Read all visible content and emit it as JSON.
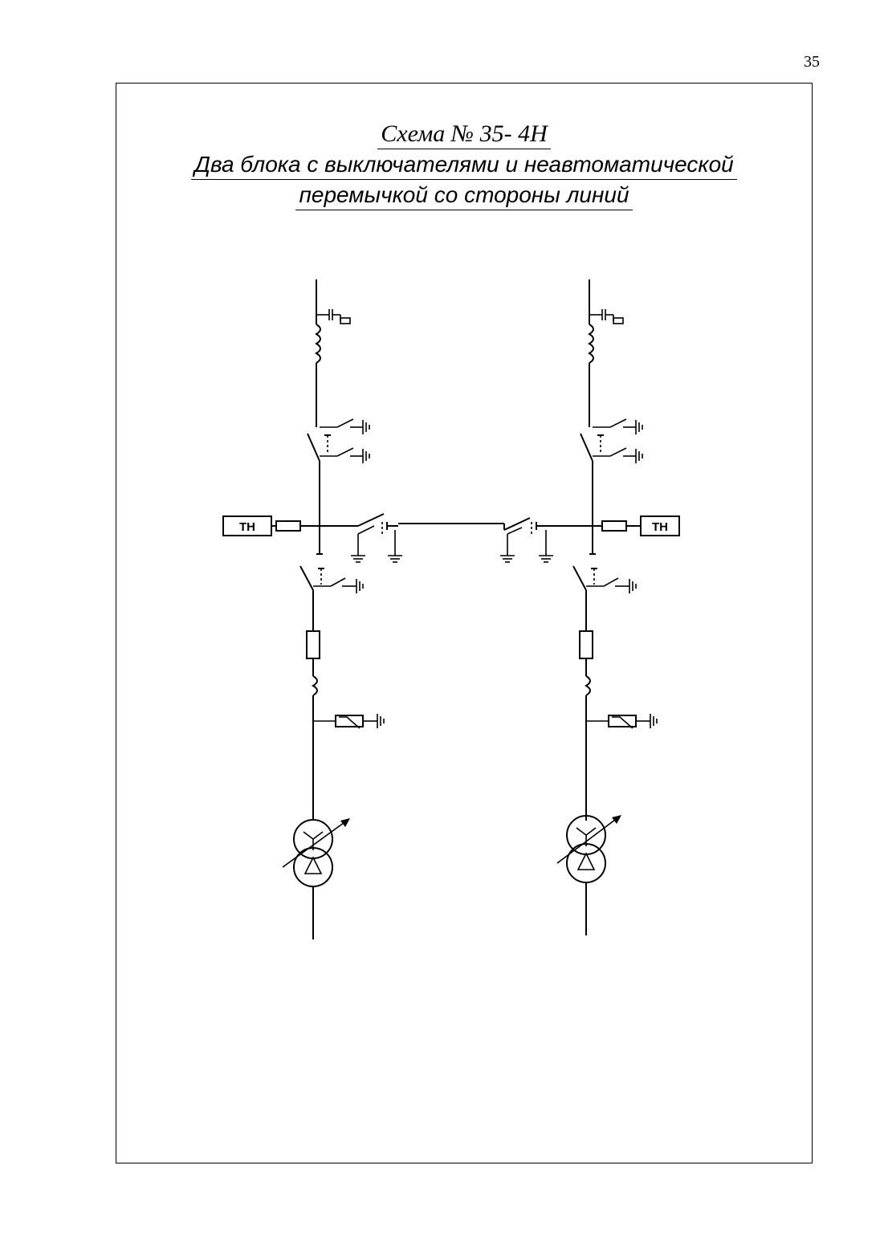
{
  "page": {
    "number": "35"
  },
  "header": {
    "scheme_title": "Схема  № 35- 4Н",
    "subtitle_line1": "Два блока с выключателями и неавтоматической",
    "subtitle_line2": "перемычкой со стороны линий"
  },
  "diagram": {
    "vt_left_label": "ТН",
    "vt_right_label": "ТН"
  }
}
